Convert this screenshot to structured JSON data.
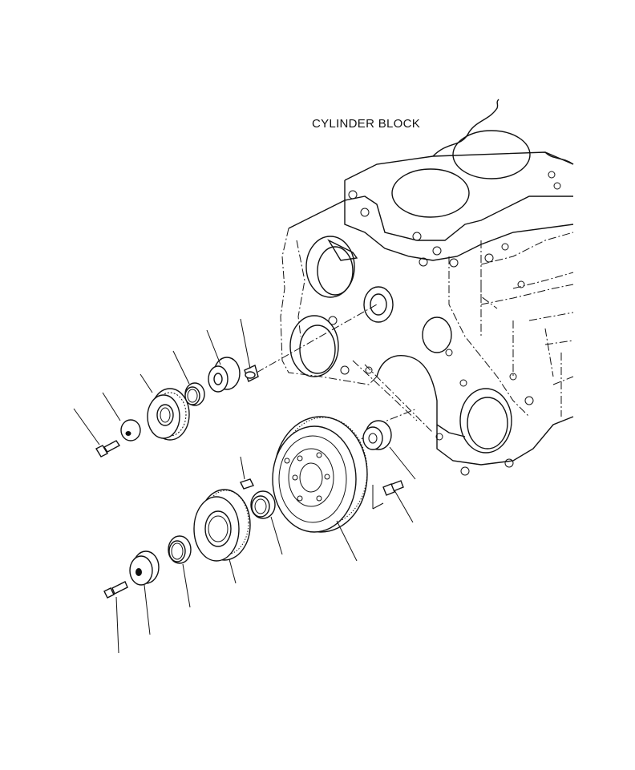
{
  "diagram": {
    "title_label": "CYLINDER BLOCK",
    "parts": [
      {
        "name": "bolt-upper"
      },
      {
        "name": "washer-upper"
      },
      {
        "name": "idler-gear-upper"
      },
      {
        "name": "bushing-upper"
      },
      {
        "name": "idler-shaft-upper"
      },
      {
        "name": "dowel-pin-upper"
      },
      {
        "name": "thrust-plate"
      },
      {
        "name": "bolt-right"
      },
      {
        "name": "crank-gear-large"
      },
      {
        "name": "dowel-pin-lower"
      },
      {
        "name": "bushing-lower-large"
      },
      {
        "name": "idler-gear-lower"
      },
      {
        "name": "bushing-lower"
      },
      {
        "name": "idler-shaft-lower"
      },
      {
        "name": "bolt-lower"
      }
    ]
  }
}
